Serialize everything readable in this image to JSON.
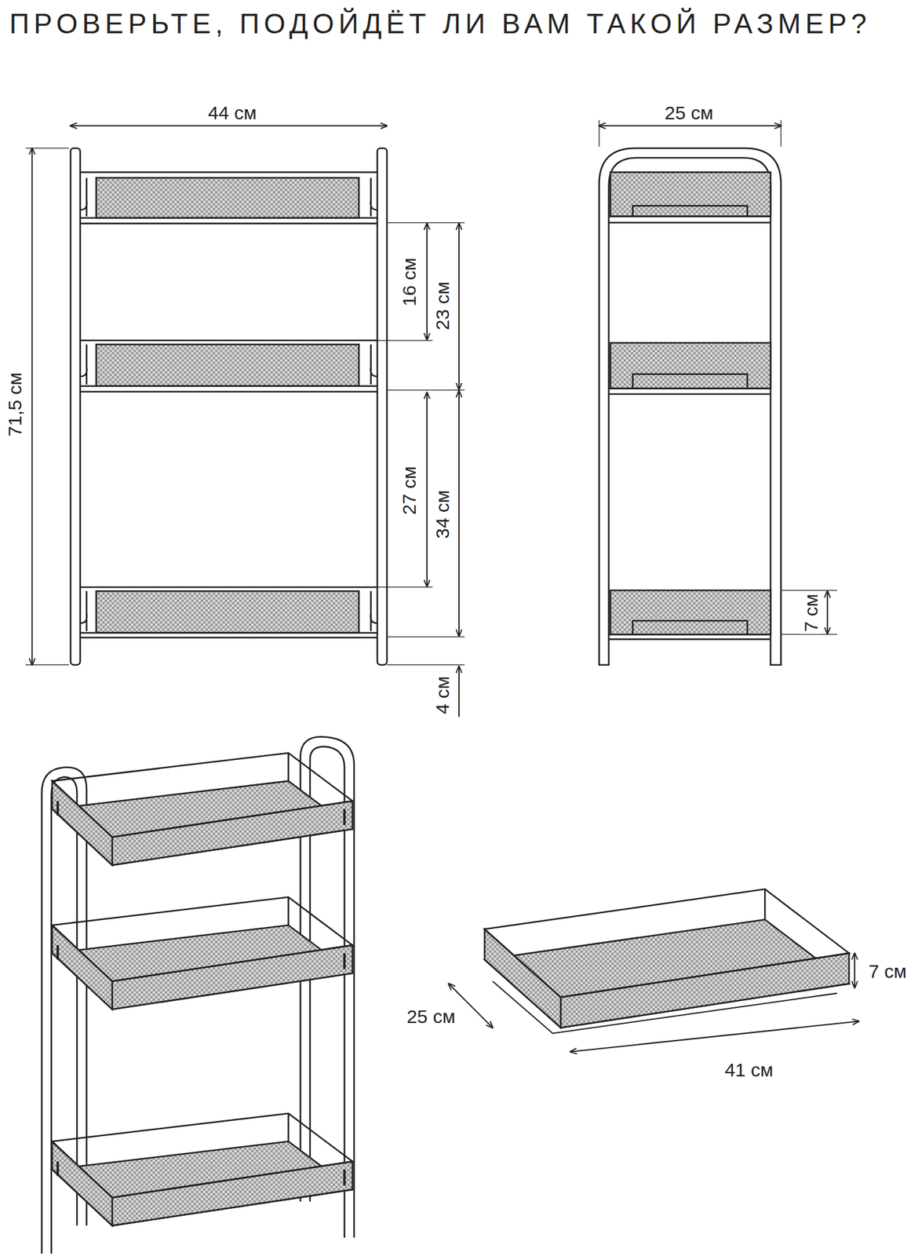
{
  "diagram": {
    "title": "ПРОВЕРЬТЕ, ПОДОЙДЁТ ЛИ ВАМ ТАКОЙ РАЗМЕР?",
    "labels": [
      "44 см",
      "25 см",
      "16 см",
      "23 см",
      "71,5 см",
      "27 см",
      "34 см",
      "7 см",
      "4 см",
      "7 см",
      "25 см",
      "41 см"
    ]
  }
}
